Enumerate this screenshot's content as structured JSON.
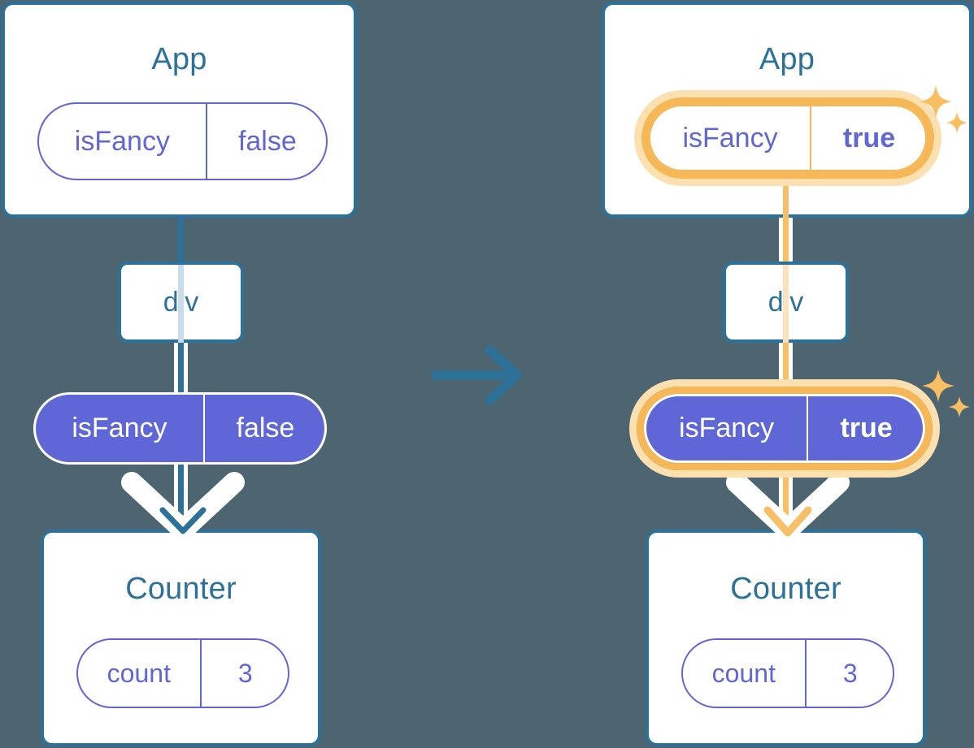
{
  "background_color": "#4d6570",
  "palette": {
    "card_border": "#2b7199",
    "title_text": "#2b7199",
    "pill_purple": "#5f66d6",
    "pill_outline_stroke": "#6067d4",
    "highlight_ring": "#f6b756",
    "highlight_glow": "#fce0b0",
    "connector_blue": "#2b7199",
    "connector_orange": "#f7bf68",
    "sparkle": "#f9bd62",
    "card_bg": "#ffffff"
  },
  "panels": [
    {
      "id": "before",
      "app": {
        "title": "App",
        "state_pill": {
          "name": "isFancy",
          "value": "false",
          "style": "outline",
          "highlighted": false,
          "value_bold": false
        }
      },
      "div_node": {
        "label": "div"
      },
      "prop_pill": {
        "name": "isFancy",
        "value": "false",
        "style": "filled",
        "highlighted": false,
        "value_bold": false
      },
      "counter": {
        "title": "Counter",
        "state_pill": {
          "name": "count",
          "value": "3",
          "style": "outline",
          "highlighted": false,
          "value_bold": false
        }
      },
      "connector_color": "#2b7199",
      "arrow_color": "#2b7199",
      "sparkles": false
    },
    {
      "id": "after",
      "app": {
        "title": "App",
        "state_pill": {
          "name": "isFancy",
          "value": "true",
          "style": "outline",
          "highlighted": true,
          "value_bold": true
        }
      },
      "div_node": {
        "label": "div"
      },
      "prop_pill": {
        "name": "isFancy",
        "value": "true",
        "style": "filled",
        "highlighted": true,
        "value_bold": true
      },
      "counter": {
        "title": "Counter",
        "state_pill": {
          "name": "count",
          "value": "3",
          "style": "outline",
          "highlighted": false,
          "value_bold": false
        }
      },
      "connector_color": "#f7bf68",
      "arrow_color": "#f7bf68",
      "sparkles": true
    }
  ],
  "transition": {
    "icon": "arrow-right-icon",
    "color": "#2b7199",
    "label": ""
  },
  "sparkle_icon": "sparkle-icon",
  "arrow_icon": "arrow-down-icon"
}
